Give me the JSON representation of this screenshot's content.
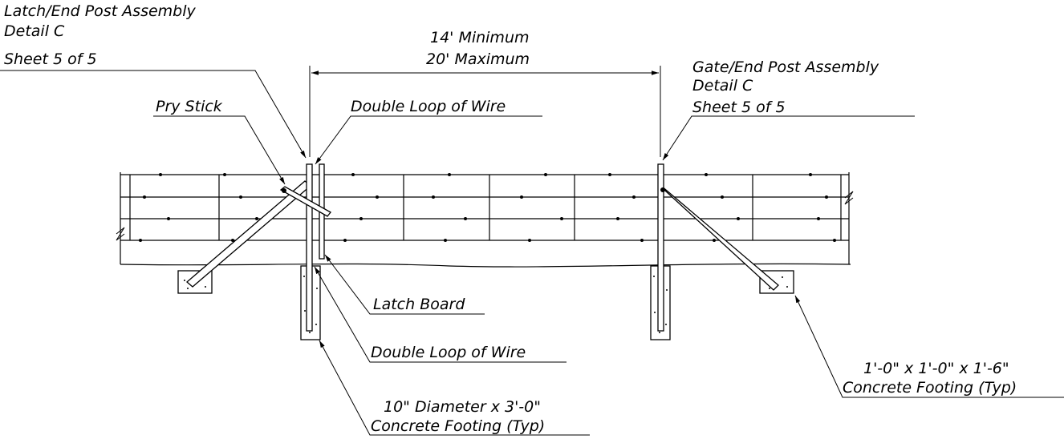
{
  "labels": {
    "latch_assembly": [
      "Latch/End Post Assembly",
      "Detail C",
      "Sheet 5 of 5"
    ],
    "gate_assembly": [
      "Gate/End Post Assembly",
      "Detail C",
      "Sheet 5 of 5"
    ],
    "dimension": [
      "14' Minimum",
      "20' Maximum"
    ],
    "pry_stick": "Pry Stick",
    "double_loop_top": "Double Loop of Wire",
    "latch_board": "Latch Board",
    "double_loop_bottom": "Double Loop of Wire",
    "post_footing": [
      "10\" Diameter x 3'-0\"",
      "Concrete Footing (Typ)"
    ],
    "brace_footing": [
      "1'-0\" x 1'-0\" x 1'-6\"",
      "Concrete Footing (Typ)"
    ]
  }
}
